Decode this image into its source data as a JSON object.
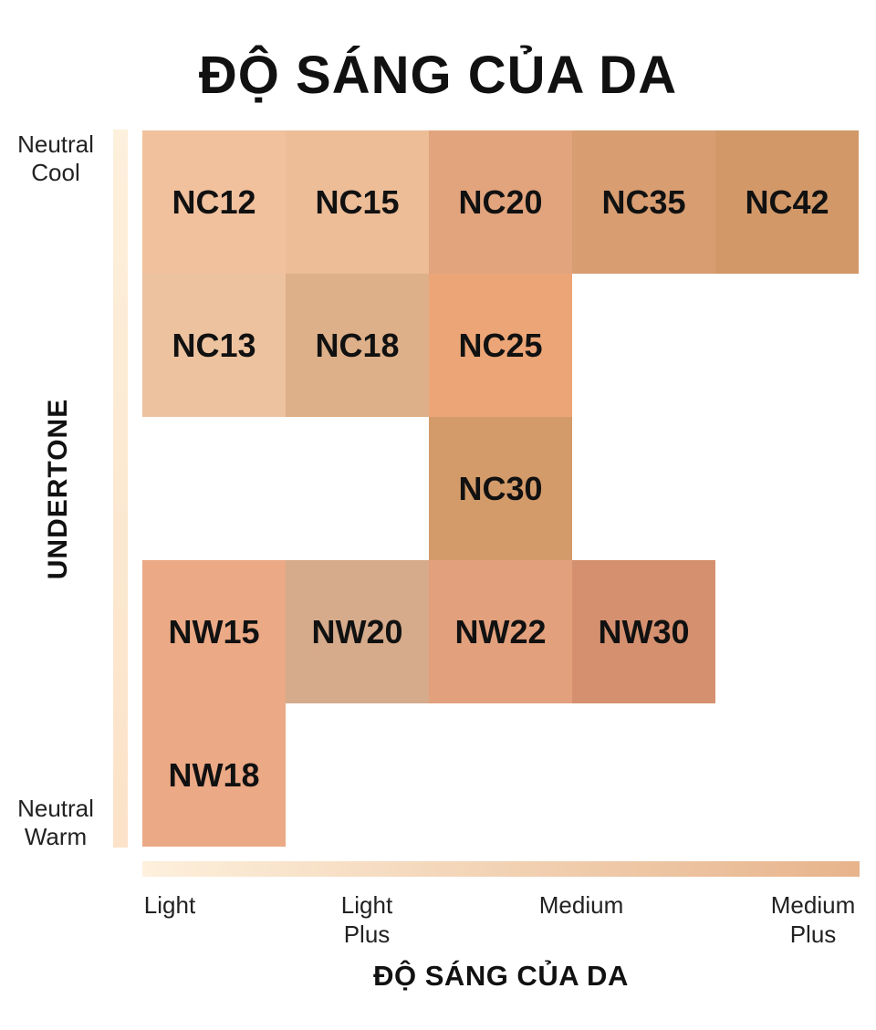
{
  "title": "ĐỘ SÁNG CỦA DA",
  "y_axis": {
    "title": "UNDERTONE",
    "top_label": "Neutral\nCool",
    "bottom_label": "Neutral\nWarm",
    "gradient": [
      "#fdf0dc",
      "#fbe2c8"
    ]
  },
  "x_axis": {
    "title": "ĐỘ SÁNG CỦA DA",
    "ticks": [
      "Light",
      "Light\nPlus",
      "Medium",
      "Medium\nPlus"
    ],
    "gradient": [
      "#fdf0dc",
      "#e7b48c"
    ]
  },
  "shades": [
    {
      "label": "NC12",
      "col": 0,
      "row": 0,
      "color": "#f1c09c"
    },
    {
      "label": "NC15",
      "col": 1,
      "row": 0,
      "color": "#edbd98"
    },
    {
      "label": "NC20",
      "col": 2,
      "row": 0,
      "color": "#e2a47c"
    },
    {
      "label": "NC35",
      "col": 3,
      "row": 0,
      "color": "#d89d70"
    },
    {
      "label": "NC42",
      "col": 4,
      "row": 0,
      "color": "#d39868"
    },
    {
      "label": "NC13",
      "col": 0,
      "row": 1,
      "color": "#ecc39e"
    },
    {
      "label": "NC18",
      "col": 1,
      "row": 1,
      "color": "#deb08a"
    },
    {
      "label": "NC25",
      "col": 2,
      "row": 1,
      "color": "#eba576"
    },
    {
      "label": "NC30",
      "col": 2,
      "row": 2,
      "color": "#d39a6a"
    },
    {
      "label": "NW15",
      "col": 0,
      "row": 3,
      "color": "#eca985"
    },
    {
      "label": "NW20",
      "col": 1,
      "row": 3,
      "color": "#d6ab8c"
    },
    {
      "label": "NW22",
      "col": 2,
      "row": 3,
      "color": "#e2a17c"
    },
    {
      "label": "NW30",
      "col": 3,
      "row": 3,
      "color": "#d4906f"
    },
    {
      "label": "NW18",
      "col": 0,
      "row": 4,
      "color": "#eca985"
    }
  ]
}
